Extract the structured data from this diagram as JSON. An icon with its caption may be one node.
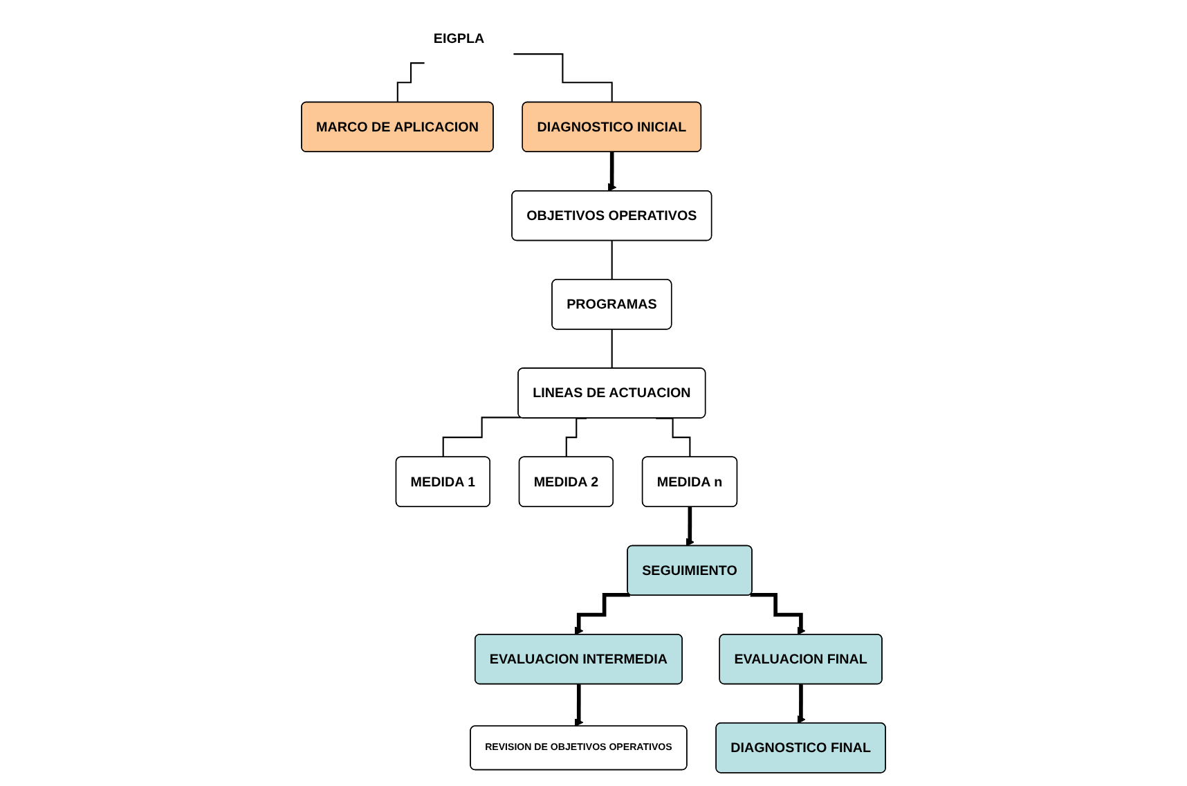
{
  "diagram": {
    "nodes": [
      {
        "text": [
          "EIGPLA"
        ]
      },
      {
        "text": [
          "MARCO DE APLICACION"
        ]
      },
      {
        "text": [
          "DIAGNOSTICO INICIAL"
        ]
      },
      {
        "text": [
          "OBJETIVOS OPERATIVOS"
        ]
      },
      {
        "text": [
          "PROGRAMAS"
        ]
      },
      {
        "text": [
          "LINEAS DE ACTUACION"
        ]
      },
      {
        "text": [
          "MEDIDA 1"
        ]
      },
      {
        "text": [
          "MEDIDA 2"
        ]
      },
      {
        "text": [
          "REVISION DE OBJETIVOS OPERATIVOS"
        ]
      },
      {
        "text": [
          "MEDIDA n"
        ]
      },
      {
        "text": [
          "EVALUACION INTERMEDIA"
        ]
      },
      {
        "text": [
          "SEGUIMIENTO"
        ]
      },
      {
        "text": [
          "EVALUACION FINAL"
        ]
      },
      {
        "text": [
          "DIAGNOSTICO FINAL"
        ]
      }
    ],
    "edges": [
      {
        "from": 0,
        "to": 1,
        "arrow": "none"
      },
      {
        "from": 0,
        "to": 2,
        "arrow": "none"
      },
      {
        "from": 2,
        "to": 3,
        "arrow": "to",
        "style": "thick"
      },
      {
        "from": 3,
        "to": 4,
        "arrow": "none"
      },
      {
        "from": 4,
        "to": 5,
        "arrow": "none"
      },
      {
        "from": 5,
        "to": 6,
        "arrow": "none"
      },
      {
        "from": 5,
        "to": 7,
        "arrow": "none"
      },
      {
        "from": 5,
        "to": 9,
        "arrow": "none"
      },
      {
        "from": 9,
        "to": 11,
        "arrow": "to",
        "style": "thick"
      },
      {
        "from": 11,
        "to": 10,
        "arrow": "to",
        "style": "thick"
      },
      {
        "from": 10,
        "to": 8,
        "arrow": "to",
        "style": "thick"
      },
      {
        "from": 11,
        "to": 12,
        "arrow": "to",
        "style": "thick"
      },
      {
        "from": 12,
        "to": 13,
        "arrow": "to",
        "style": "thick"
      }
    ]
  }
}
